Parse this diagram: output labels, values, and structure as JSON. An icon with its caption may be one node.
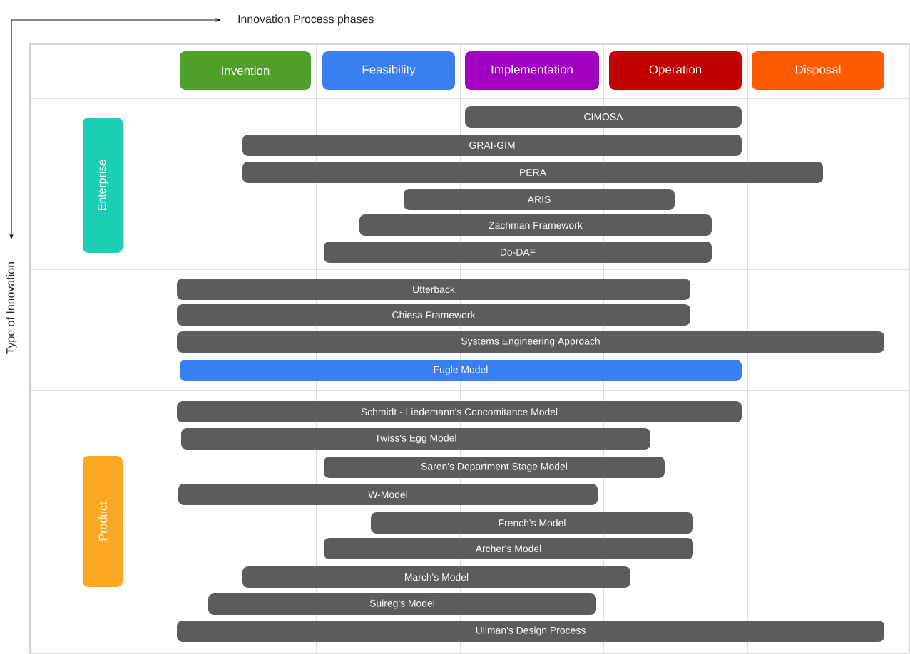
{
  "diagram": {
    "nodes": [
      {
        "text": [
          "Invention"
        ]
      },
      {
        "text": [
          "Feasibility"
        ]
      },
      {
        "text": [
          "Implementation"
        ]
      },
      {
        "text": [
          "Operation"
        ]
      },
      {
        "text": [
          "Disposal"
        ]
      },
      {
        "text": [
          "Enterprise"
        ]
      },
      {
        "text": [
          "CIMOSA"
        ]
      },
      {
        "text": [
          "GRAI-GIM"
        ]
      },
      {
        "text": [
          "PERA"
        ]
      },
      {
        "text": [
          "ARIS"
        ]
      },
      {
        "text": [
          "Zachman  Framework"
        ]
      },
      {
        "text": [
          "Do-DAF"
        ]
      },
      {
        "text": [
          "Utterback"
        ]
      },
      {
        "text": [
          "Chiesa Framework"
        ]
      },
      {
        "text": [
          "Systems Engineering Approach"
        ]
      },
      {
        "text": [
          "Fugle Model"
        ]
      },
      {
        "text": [
          "Product"
        ]
      },
      {
        "text": [
          "Schmidt - Liedemann's Concomitance Model"
        ]
      },
      {
        "text": [
          "Twiss's Egg Model"
        ]
      },
      {
        "text": [
          "Saren's Department Stage Model"
        ]
      },
      {
        "text": [
          "W-Model"
        ]
      },
      {
        "text": [
          "French's Model"
        ]
      },
      {
        "text": [
          "Archer's Model"
        ]
      },
      {
        "text": [
          "March's Model"
        ]
      },
      {
        "text": [
          "Suireg's Model"
        ]
      },
      {
        "text": [
          "Ullman's Design Process"
        ]
      }
    ],
    "labels": [
      "Innovation Process phases",
      "Type of Innovation"
    ]
  }
}
